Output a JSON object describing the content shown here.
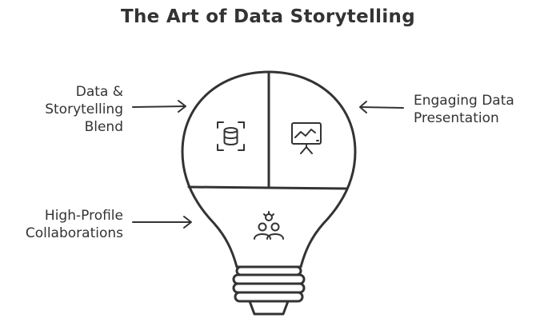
{
  "title": "The Art of Data Storytelling",
  "labels": {
    "blend": [
      "Data &",
      "Storytelling",
      "Blend"
    ],
    "engaging": [
      "Engaging Data",
      "Presentation"
    ],
    "collab": [
      "High-Profile",
      "Collaborations"
    ]
  },
  "icons": {
    "blend": "database-scan-icon",
    "engaging": "presentation-board-icon",
    "collab": "team-collaboration-icon"
  },
  "colors": {
    "stroke": "#333333",
    "background": "#ffffff"
  }
}
